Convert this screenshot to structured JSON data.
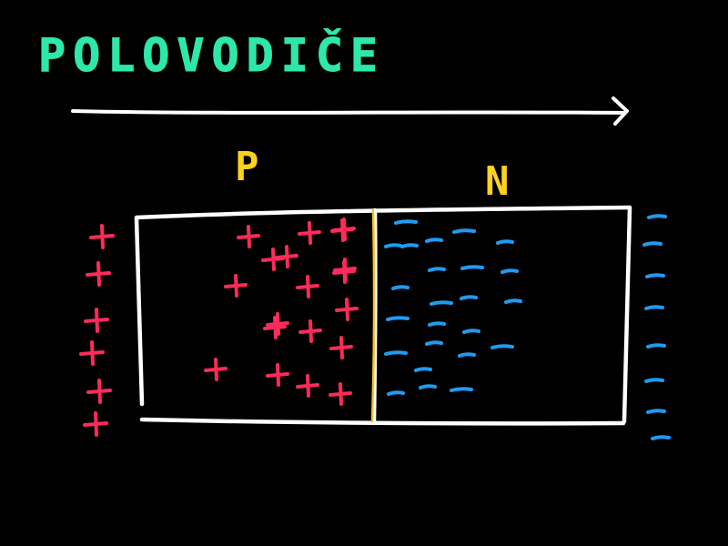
{
  "title": "POLOVODIČE",
  "region_p_label": "P",
  "region_n_label": "N",
  "colors": {
    "background": "#000000",
    "title": "#2ee8a8",
    "outline": "#ffffff",
    "junction": "#f2c230",
    "region_label": "#ffd21f",
    "positive_charge": "#ff2b58",
    "negative_charge": "#1f9bf0"
  },
  "charges": {
    "positive_symbol": "+",
    "negative_symbol": "–",
    "p_region_positive_count": 19,
    "n_region_negative_count": 24,
    "left_external_positive_count": 6,
    "right_external_negative_count": 8
  }
}
